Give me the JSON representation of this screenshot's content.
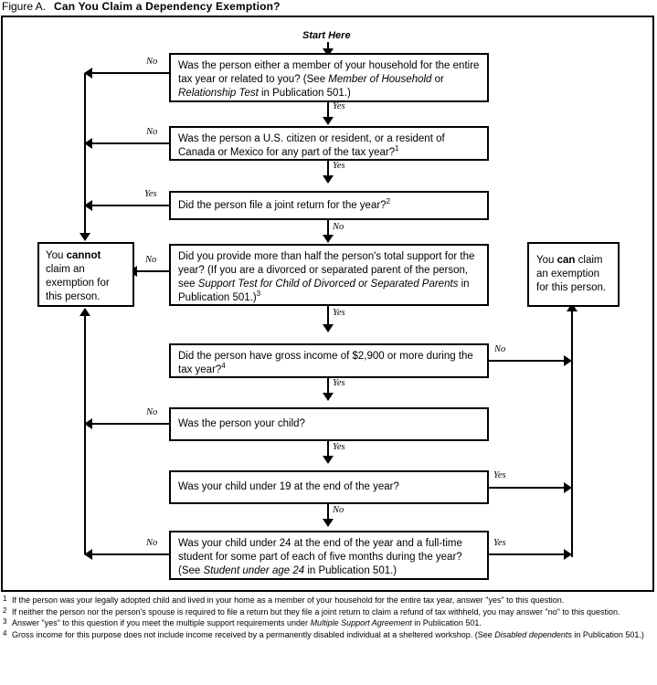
{
  "figure": {
    "label": "Figure A.",
    "title": "Can You Claim a Dependency Exemption?",
    "start_label": "Start Here"
  },
  "edge_labels": {
    "q1_no": "No",
    "q1_yes": "Yes",
    "q2_no": "No",
    "q2_yes": "Yes",
    "q3_yes": "Yes",
    "q3_no": "No",
    "q4_no": "No",
    "q4_yes": "Yes",
    "q5_no": "No",
    "q5_yes": "Yes",
    "q6_no": "No",
    "q6_yes": "Yes",
    "q7_yes": "Yes",
    "q7_no": "No",
    "q8_no": "No",
    "q8_yes": "Yes"
  },
  "nodes": {
    "q1": {
      "name": "household-or-relationship-test",
      "line1": "Was the person either a member of your household for the entire",
      "line2_pre": "tax year or related to you? (See ",
      "line2_em": "Member of Household",
      "line2_post": " or",
      "line3_em": "Relationship Test",
      "line3_post": " in Publication 501.)"
    },
    "q2": {
      "name": "citizen-or-resident-test",
      "line1": "Was the person a U.S. citizen or resident, or a resident of",
      "line2": "Canada or Mexico for any part of the tax year?",
      "footnote_ref": "1"
    },
    "q3": {
      "name": "joint-return-test",
      "line1": "Did the person file a joint return for the year?",
      "footnote_ref": "2"
    },
    "q4": {
      "name": "support-test",
      "line1": "Did you provide more than half the person's total support for the",
      "line2": "year? (If you are a divorced or separated parent of the person,",
      "line3_pre": "see ",
      "line3_em": "Support Test for Child of Divorced or Separated Parents",
      "line3_post": " in",
      "line4": "Publication 501.)",
      "footnote_ref": "3"
    },
    "q5": {
      "name": "gross-income-test",
      "line1": "Did the person have gross income of $2,900 or more during the",
      "line2": "tax year?",
      "footnote_ref": "4"
    },
    "q6": {
      "name": "was-person-your-child",
      "line1": "Was the person your child?"
    },
    "q7": {
      "name": "child-under-19",
      "line1": "Was your child under 19 at the end of the year?"
    },
    "q8": {
      "name": "child-under-24-student",
      "line1": "Was your child under 24 at the end of the year and a full-time",
      "line2": "student for some part of each of five months during the year?",
      "line3_pre": "(See ",
      "line3_em": "Student under age 24",
      "line3_post": " in Publication 501.)"
    },
    "cannot": {
      "name": "cannot-claim-outcome",
      "line1_pre": "You ",
      "line1_b": "cannot",
      "line2": "claim an",
      "line3": "exemption for",
      "line4": "this person."
    },
    "can": {
      "name": "can-claim-outcome",
      "line1_pre": "You ",
      "line1_b": "can",
      "line1_post": " claim",
      "line2": "an exemption",
      "line3": "for this person."
    }
  },
  "footnotes": [
    {
      "marker": "1",
      "pre": "If the person was your legally adopted child and lived in your home as a member of your household for the entire tax year, answer \"yes\" to this question.",
      "em": "",
      "post": ""
    },
    {
      "marker": "2",
      "pre": "If neither the person nor the person's spouse is required to file a return but they file a joint return to claim a refund of tax withheld, you may answer \"no\" to this question.",
      "em": "",
      "post": ""
    },
    {
      "marker": "3",
      "pre": "Answer \"yes\" to this question if you meet the multiple support requirements under ",
      "em": "Multiple Support Agreement",
      "post": " in Publication 501."
    },
    {
      "marker": "4",
      "pre": "Gross income for this purpose does not include income received by a permanently disabled individual at a sheltered workshop. (See ",
      "em": "Disabled dependents",
      "post": " in Publication 501.)"
    }
  ],
  "colors": {
    "ink": "#000000",
    "paper": "#ffffff"
  }
}
